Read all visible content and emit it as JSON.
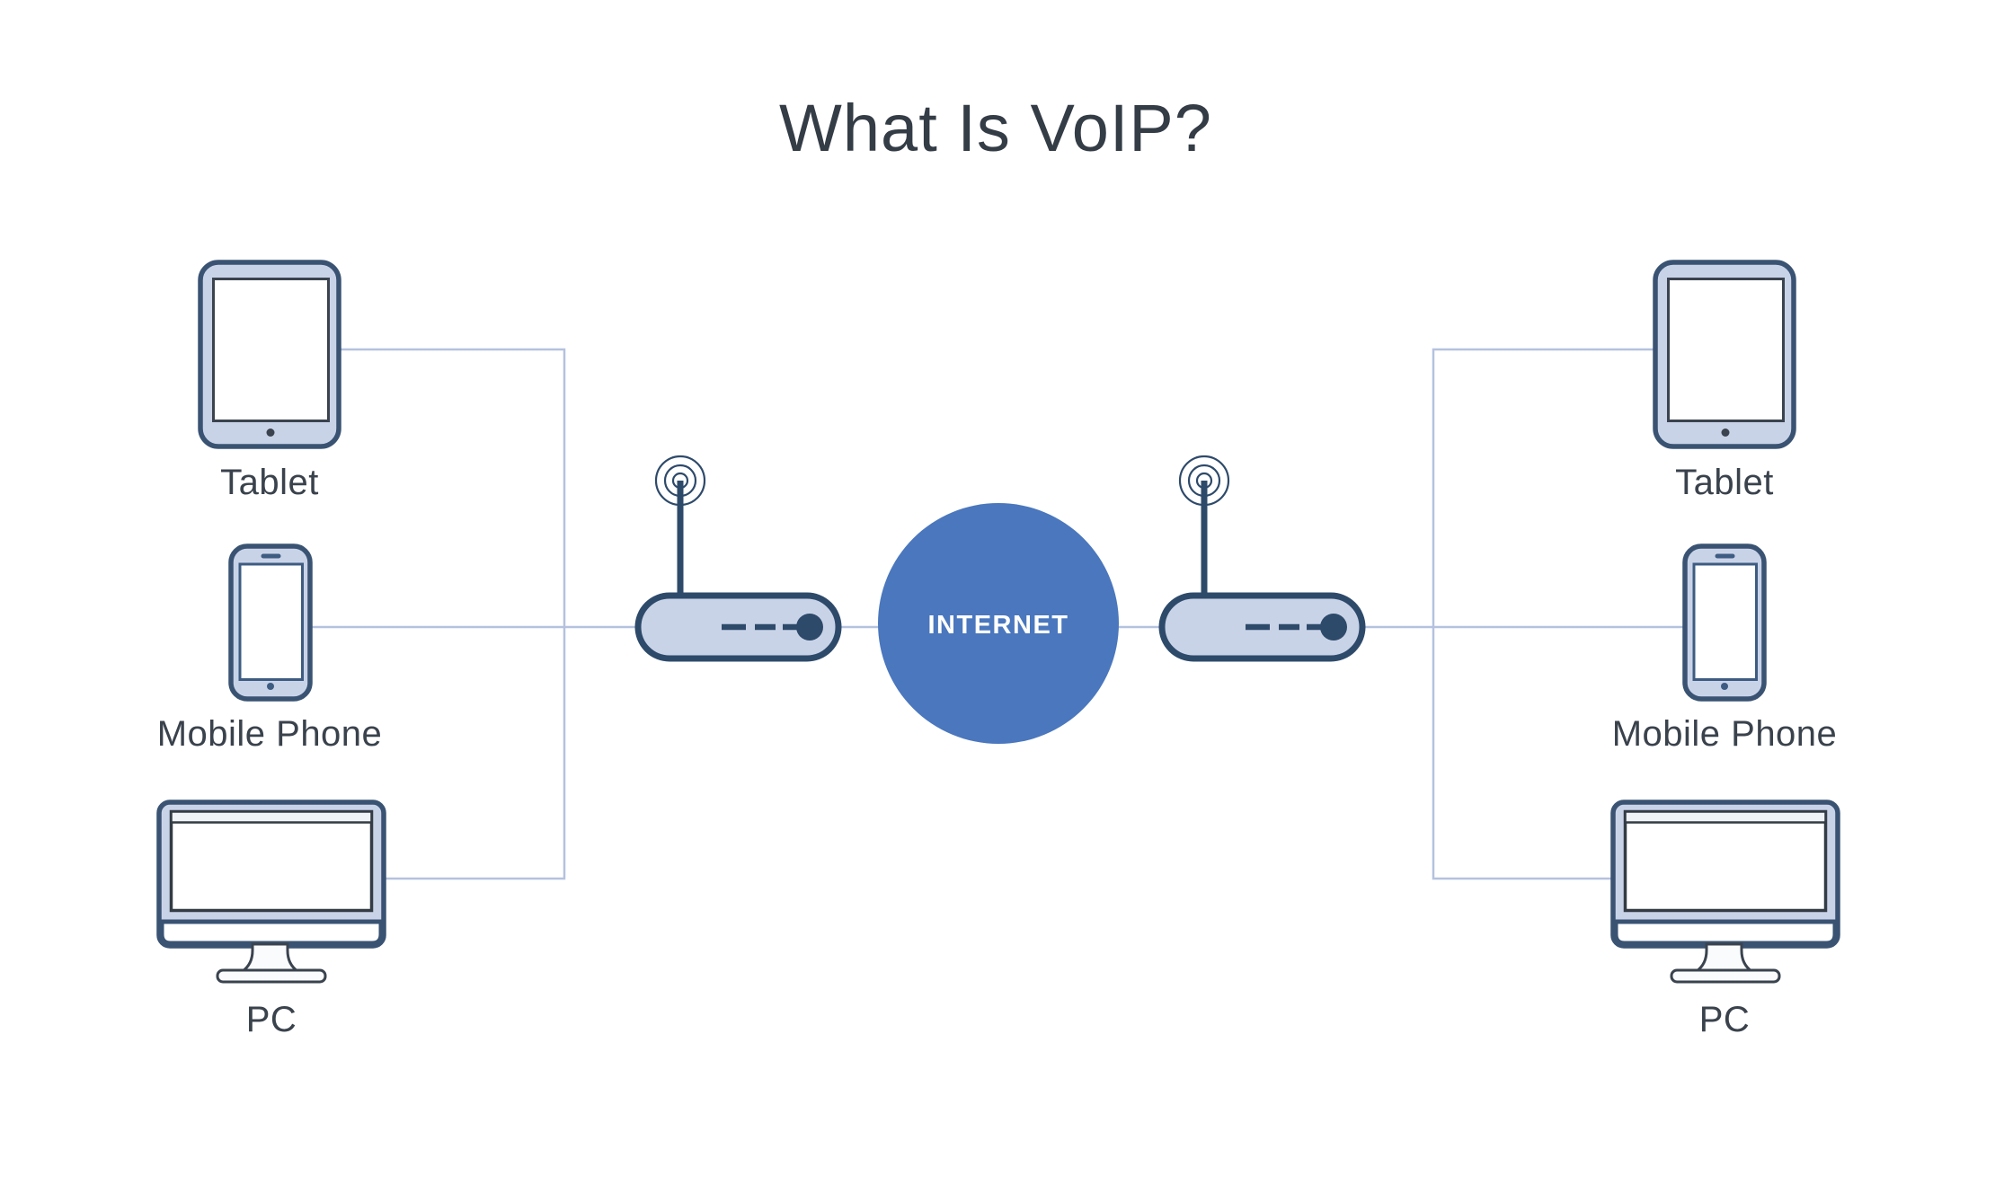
{
  "title": "What Is VoIP?",
  "internet_label": "INTERNET",
  "nodes": {
    "left_tablet": "Tablet",
    "left_mobile": "Mobile Phone",
    "left_pc": "PC",
    "right_tablet": "Tablet",
    "right_mobile": "Mobile Phone",
    "right_pc": "PC"
  },
  "colors": {
    "background": "#FFFFFF",
    "title_text": "#343C46",
    "label_text": "#3A424C",
    "device_fill": "#C9D3E8",
    "device_border": "#3A5373",
    "screen_border": "#3A434E",
    "phone_accent": "#3E5C82",
    "router_fill": "#C9D3E7",
    "router_border": "#2E4A6A",
    "internet_blue": "#4A77BD",
    "internet_text": "#FFFFFF",
    "connector_line": "#B5C2DF"
  }
}
